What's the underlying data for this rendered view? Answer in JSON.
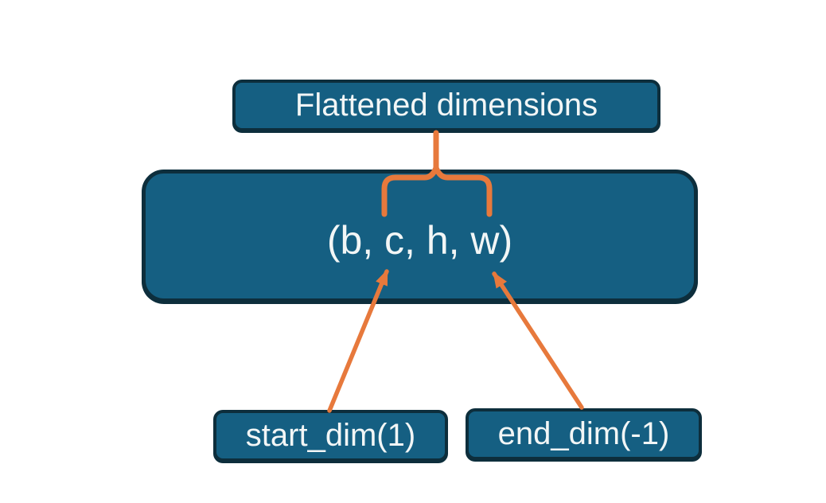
{
  "diagram": {
    "title_box": {
      "label": "Flattened dimensions"
    },
    "tensor_box": {
      "label": "(b, c, h, w)"
    },
    "param_boxes": [
      {
        "label": "start_dim(1)",
        "points_to": "c"
      },
      {
        "label": "end_dim(-1)",
        "points_to": "w"
      }
    ],
    "colors": {
      "background": "#ffffff",
      "box_fill": "#155f82",
      "box_border": "#0d2e3c",
      "connector": "#e7793c",
      "text": "#f2f6f6"
    }
  }
}
